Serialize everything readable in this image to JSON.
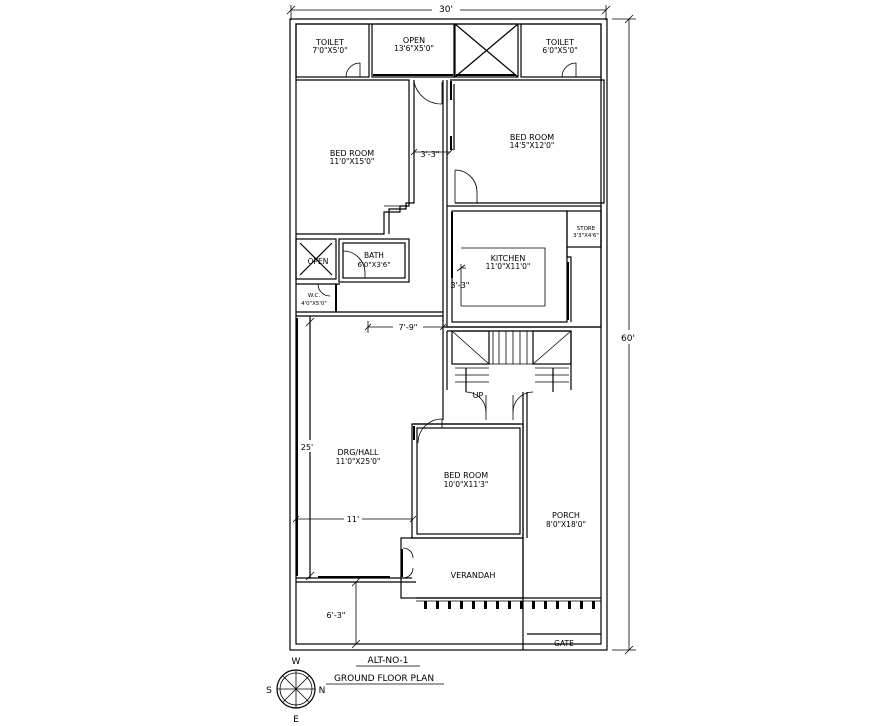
{
  "dimensions": {
    "top_width": "30'",
    "right_height": "60'",
    "hall_height": "25'",
    "hall_width": "11'",
    "passage_width": "3'-3\"",
    "hall_top_width": "7'-9\"",
    "kitchen_side": "3'-3\"",
    "porch_front": "6'-3\""
  },
  "rooms": {
    "toilet_left": {
      "name": "TOILET",
      "size": "7'0\"X5'0\""
    },
    "open_top": {
      "name": "OPEN",
      "size": "13'6\"X5'0\""
    },
    "toilet_right": {
      "name": "TOILET",
      "size": "6'0\"X5'0\""
    },
    "bedroom_left": {
      "name": "BED ROOM",
      "size": "11'0\"X15'0\""
    },
    "bedroom_right": {
      "name": "BED ROOM",
      "size": "14'5\"X12'0\""
    },
    "store": {
      "name": "STORE",
      "size": "3'3\"X4'6\""
    },
    "kitchen": {
      "name": "KITCHEN",
      "size": "11'0\"X11'0\""
    },
    "open_small": {
      "name": "OPEN"
    },
    "bath": {
      "name": "BATH",
      "size": "6'0\"X3'6\""
    },
    "wc": {
      "name": "W.C.",
      "size": "4'0\"X5'0\""
    },
    "drg_hall": {
      "name": "DRG/HALL",
      "size": "11'0\"X25'0\""
    },
    "bedroom_front": {
      "name": "BED ROOM",
      "size": "10'0\"X11'3\""
    },
    "porch": {
      "name": "PORCH",
      "size": "8'0\"X18'0\""
    },
    "verandah": {
      "name": "VERANDAH"
    },
    "gate": {
      "name": "GATE"
    }
  },
  "stair_label": "UP",
  "plan_title": {
    "alt": "ALT-NO-1",
    "name": "GROUND FLOOR PLAN"
  },
  "compass": {
    "north": "W",
    "west": "S",
    "east": "N",
    "south": "E"
  }
}
